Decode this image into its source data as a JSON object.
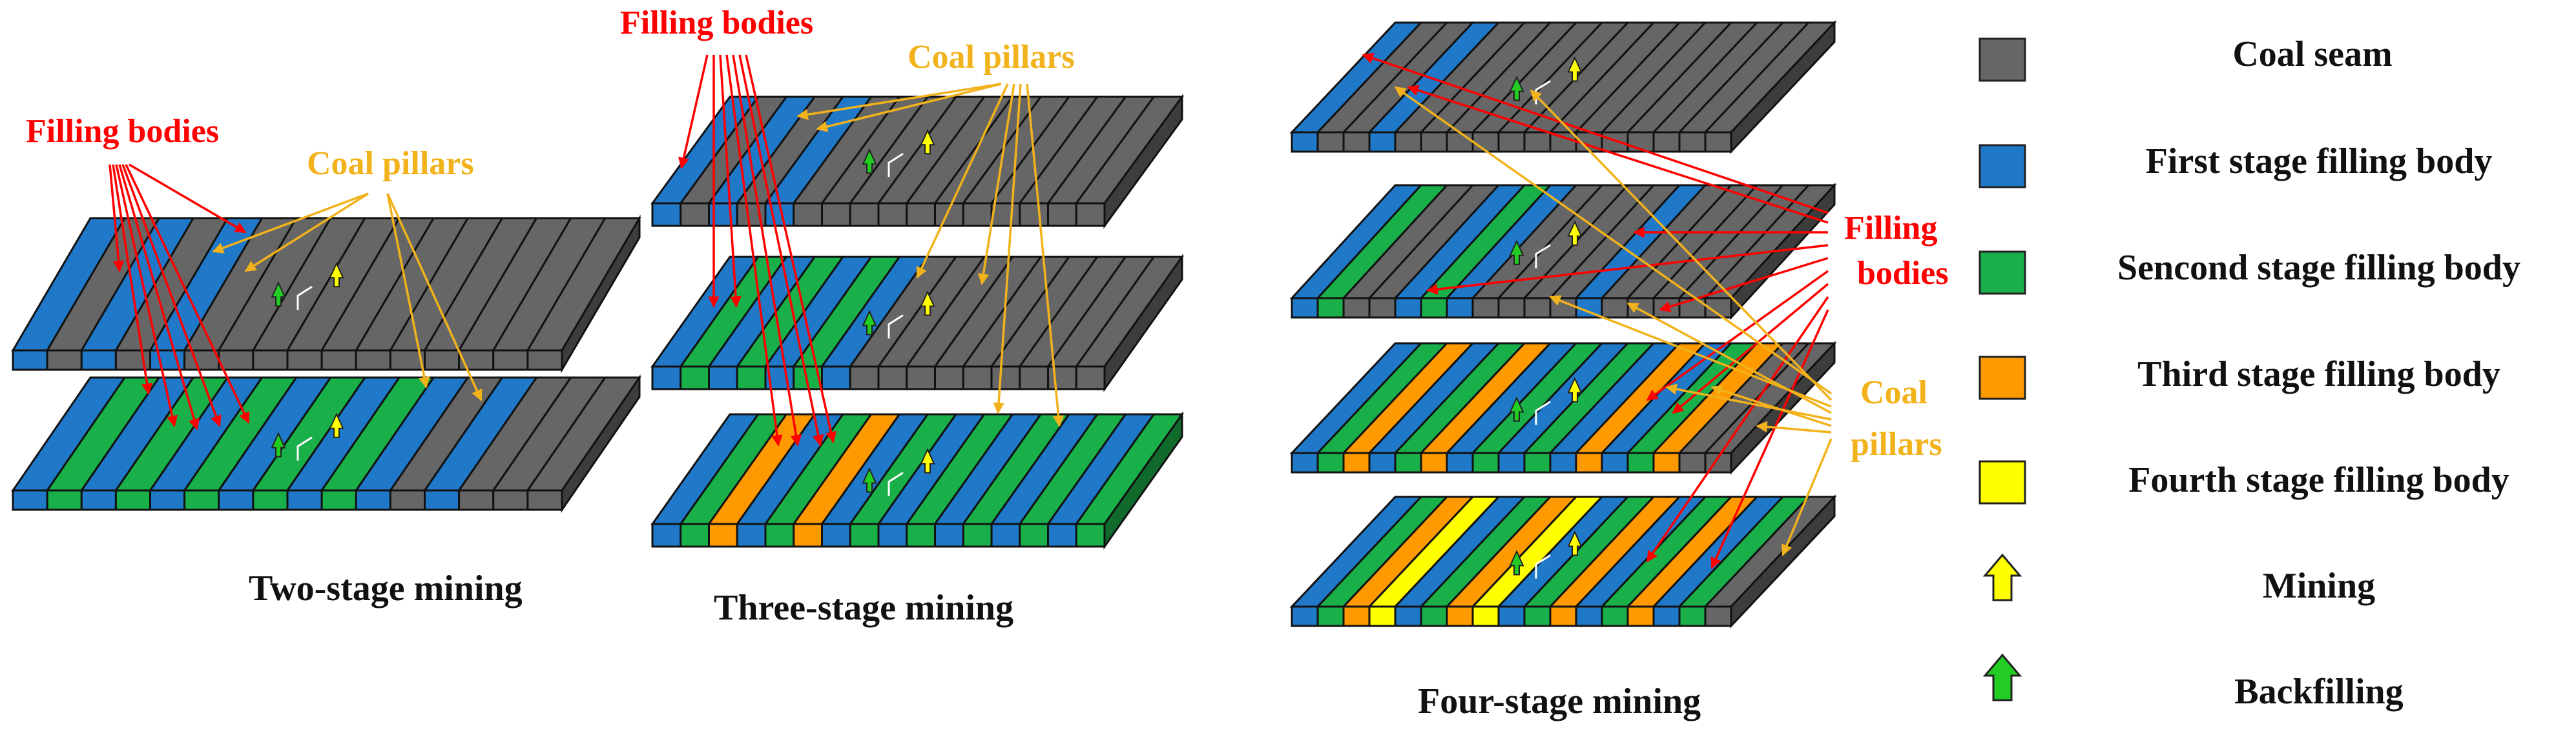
{
  "colors": {
    "coal": "#666666",
    "stage1": "#1f78c8",
    "stage2": "#19b04a",
    "stage3": "#ff9900",
    "stage4": "#ffff00",
    "filling_arrow": "#ff0000",
    "pillar_arrow": "#f2b21b",
    "mining_arrow": "#ffff00",
    "backfill_arrow": "#22cc22"
  },
  "panels": [
    {
      "caption": "Two-stage mining",
      "filling_label": "Filling bodies",
      "pillar_label": "Coal pillars",
      "slabs": [
        {
          "stripes": "bcbcbccccccccccc"
        },
        {
          "stripes": "bgbgbgbgbgbcbccc"
        }
      ]
    },
    {
      "caption": "Three-stage mining",
      "filling_label": "Filling bodies",
      "pillar_label": "Coal pillars",
      "slabs": [
        {
          "stripes": "bcbcbccccccccccc"
        },
        {
          "stripes": "bgbgbgbccccccccc"
        },
        {
          "stripes": "bgobgobgbgbgbgbg"
        }
      ]
    },
    {
      "caption": "Four-stage mining",
      "filling_label": [
        "Filling",
        "bodies"
      ],
      "pillar_label": [
        "Coal",
        "pillars"
      ],
      "slabs": [
        {
          "stripes": "bccbccccccccccccc"
        },
        {
          "stripes": "bgccbgbccccbccccc"
        },
        {
          "stripes": "bgobgobgbgbobgocc"
        },
        {
          "stripes": "bgoybgoybgobgobgc"
        }
      ]
    }
  ],
  "legend": [
    {
      "label": "Coal seam",
      "swatch": "coal"
    },
    {
      "label": "First stage filling body",
      "swatch": "stage1"
    },
    {
      "label": "Sencond stage filling body",
      "swatch": "stage2"
    },
    {
      "label": "Third  stage filling body",
      "swatch": "stage3"
    },
    {
      "label": "Fourth  stage filling body",
      "swatch": "stage4"
    },
    {
      "label": "Mining",
      "swatch": "mining-arrow"
    },
    {
      "label": "Backfilling",
      "swatch": "backfill-arrow"
    }
  ]
}
